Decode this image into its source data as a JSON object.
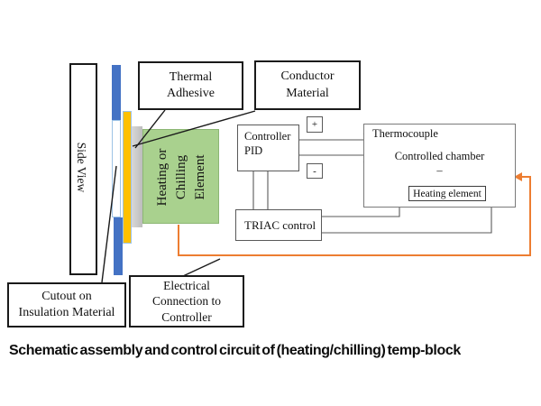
{
  "figure": {
    "caption": "Schematic assembly and control circuit of (heating/chilling) temp-block"
  },
  "assembly": {
    "side_view": "Side View",
    "thermal_adhesive": [
      "Thermal",
      "Adhesive"
    ],
    "conductor_material": [
      "Conductor",
      "Material"
    ],
    "element_block": [
      "Heating or",
      "Chilling",
      "Element"
    ],
    "cutout": [
      "Cutout on",
      "Insulation Material"
    ],
    "electrical_connection": [
      "Electrical",
      "Connection to",
      "Controller"
    ]
  },
  "circuit": {
    "controller": [
      "Controller",
      "PID"
    ],
    "plus": "+",
    "minus": "-",
    "triac": "TRIAC control",
    "thermocouple": "Thermocouple",
    "controlled_chamber": "Controlled chamber",
    "chamber_dash": "–",
    "heating_element": "Heating element"
  },
  "colors": {
    "insulation_blue": "#4472C4",
    "conductor_yellow": "#FFC000",
    "adhesive_gray": "#C9C9C9",
    "element_green": "#A9D18E",
    "wire_orange": "#ED7D31",
    "circuit_line_gray": "#595959"
  }
}
